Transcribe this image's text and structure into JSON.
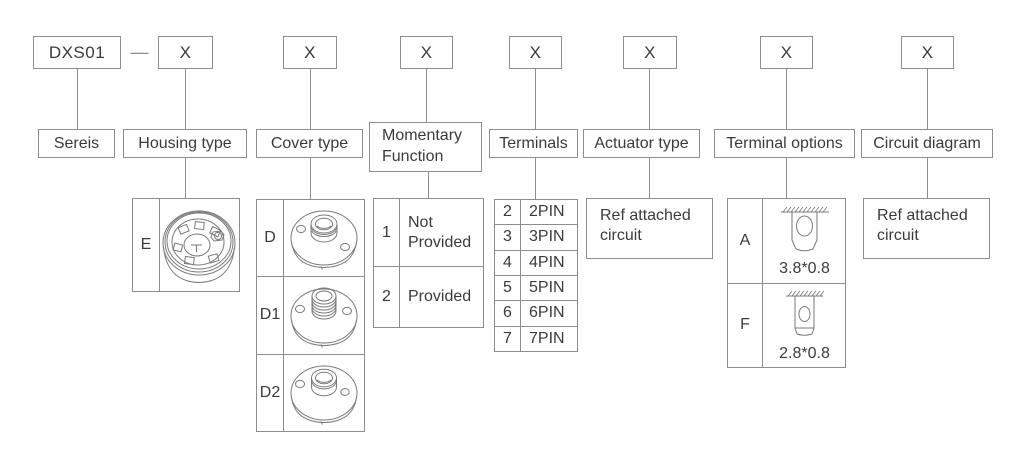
{
  "part_code": {
    "prefix": "DXS01",
    "separator": "—",
    "placeholder": "X"
  },
  "columns": [
    {
      "id": "series",
      "label": "Sereis"
    },
    {
      "id": "housing-type",
      "label": "Housing type",
      "options": [
        {
          "code": "E",
          "image": "housing-e-drawing"
        }
      ]
    },
    {
      "id": "cover-type",
      "label": "Cover type",
      "options": [
        {
          "code": "D",
          "image": "cover-d-drawing"
        },
        {
          "code": "D1",
          "image": "cover-d1-drawing"
        },
        {
          "code": "D2",
          "image": "cover-d2-drawing"
        }
      ]
    },
    {
      "id": "momentary-function",
      "label": "Momentary\nFunction",
      "options": [
        {
          "code": "1",
          "text": "Not\nProvided"
        },
        {
          "code": "2",
          "text": "Provided"
        }
      ]
    },
    {
      "id": "terminals",
      "label": "Terminals",
      "options": [
        {
          "code": "2",
          "text": "2PIN"
        },
        {
          "code": "3",
          "text": "3PIN"
        },
        {
          "code": "4",
          "text": "4PIN"
        },
        {
          "code": "5",
          "text": "5PIN"
        },
        {
          "code": "6",
          "text": "6PIN"
        },
        {
          "code": "7",
          "text": "7PIN"
        }
      ]
    },
    {
      "id": "actuator-type",
      "label": "Actuator type",
      "note": "Ref attached\ncircuit"
    },
    {
      "id": "terminal-options",
      "label": "Terminal options",
      "options": [
        {
          "code": "A",
          "image": "terminal-a-drawing",
          "size": "3.8*0.8"
        },
        {
          "code": "F",
          "image": "terminal-f-drawing",
          "size": "2.8*0.8"
        }
      ]
    },
    {
      "id": "circuit-diagram",
      "label": "Circuit diagram",
      "note": "Ref attached\ncircuit"
    }
  ],
  "colors": {
    "line": "#8e8e8e",
    "text": "#3b3b3b",
    "background": "#ffffff"
  }
}
